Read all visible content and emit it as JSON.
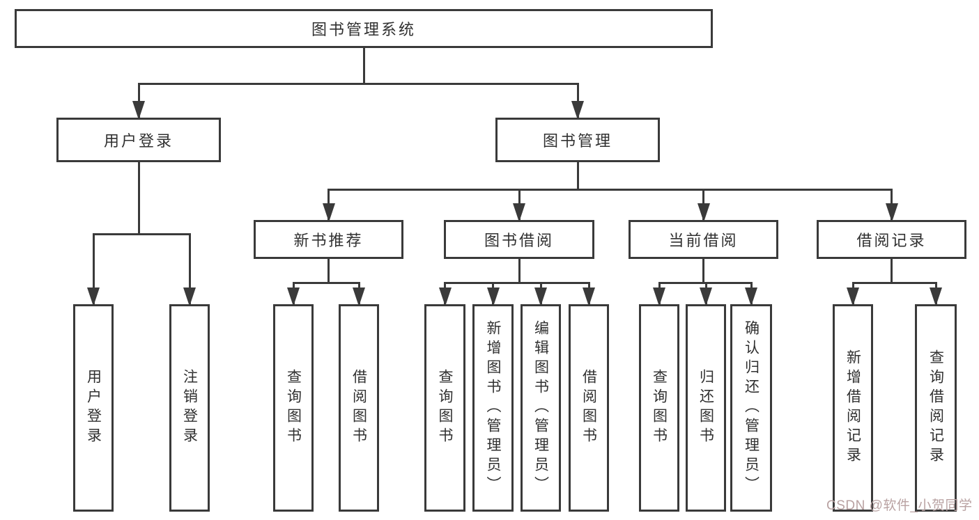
{
  "diagram": {
    "title": "图书管理系统",
    "watermark": "CSDN @软件_小贺同学",
    "colors": {
      "line": "#3a3a3a",
      "text": "#303030",
      "background": "#ffffff",
      "watermark": "#b9a2a2"
    },
    "nodes": [
      {
        "id": "root",
        "label": "图书管理系统",
        "parent": null
      },
      {
        "id": "user-login",
        "label": "用户登录",
        "parent": "root"
      },
      {
        "id": "book-mgmt",
        "label": "图书管理",
        "parent": "root"
      },
      {
        "id": "user-login-leaf",
        "label": "用户登录",
        "parent": "user-login"
      },
      {
        "id": "logout-leaf",
        "label": "注销登录",
        "parent": "user-login"
      },
      {
        "id": "new-book-rec",
        "label": "新书推荐",
        "parent": "book-mgmt"
      },
      {
        "id": "book-borrow",
        "label": "图书借阅",
        "parent": "book-mgmt"
      },
      {
        "id": "current-borrow",
        "label": "当前借阅",
        "parent": "book-mgmt"
      },
      {
        "id": "borrow-record",
        "label": "借阅记录",
        "parent": "book-mgmt"
      },
      {
        "id": "nb-query",
        "label": "查询图书",
        "parent": "new-book-rec"
      },
      {
        "id": "nb-borrow",
        "label": "借阅图书",
        "parent": "new-book-rec"
      },
      {
        "id": "bb-query",
        "label": "查询图书",
        "parent": "book-borrow"
      },
      {
        "id": "bb-add",
        "label": "新增图书（管理员）",
        "parent": "book-borrow"
      },
      {
        "id": "bb-edit",
        "label": "编辑图书（管理员）",
        "parent": "book-borrow"
      },
      {
        "id": "bb-borrow",
        "label": "借阅图书",
        "parent": "book-borrow"
      },
      {
        "id": "cb-query",
        "label": "查询图书",
        "parent": "current-borrow"
      },
      {
        "id": "cb-return",
        "label": "归还图书",
        "parent": "current-borrow"
      },
      {
        "id": "cb-confirm",
        "label": "确认归还（管理员）",
        "parent": "current-borrow"
      },
      {
        "id": "br-add",
        "label": "新增借阅记录",
        "parent": "borrow-record"
      },
      {
        "id": "br-query",
        "label": "查询借阅记录",
        "parent": "borrow-record"
      }
    ]
  }
}
